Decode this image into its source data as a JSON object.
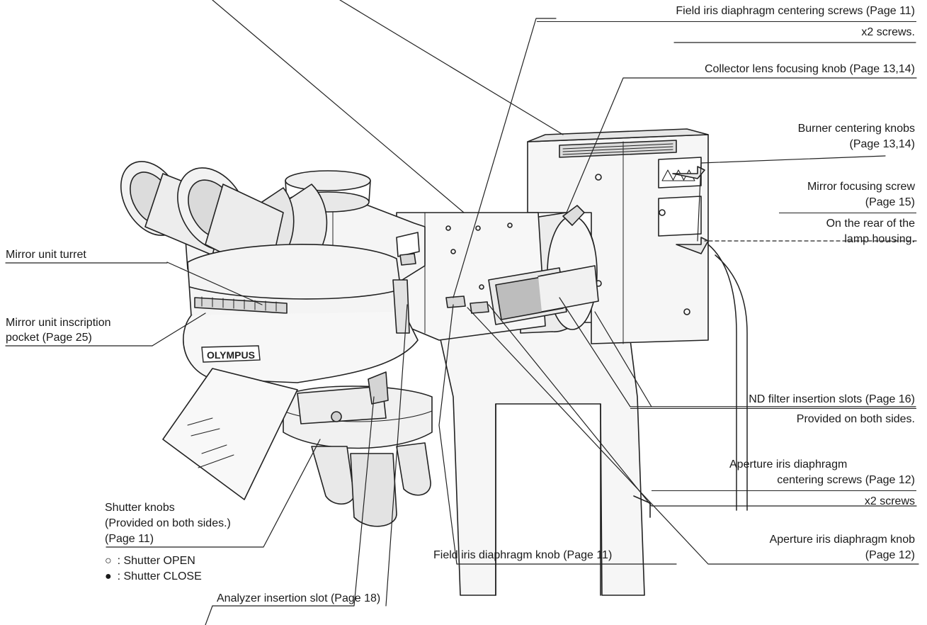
{
  "labels": {
    "field_iris_centering": "Field iris diaphragm centering screws (Page 11)",
    "field_iris_centering_note": "x2 screws.",
    "collector_lens": "Collector lens focusing knob (Page 13,14)",
    "burner_centering_1": "Burner centering knobs",
    "burner_centering_2": "(Page 13,14)",
    "mirror_focusing_1": "Mirror focusing screw",
    "mirror_focusing_2": "(Page 15)",
    "mirror_focusing_note_1": "On the rear of the",
    "mirror_focusing_note_2": "lamp housing.",
    "mirror_turret": "Mirror unit turret",
    "mirror_inscription_1": "Mirror unit inscription",
    "mirror_inscription_2": "pocket (Page 25)",
    "nd_filter": "ND filter insertion slots (Page 16)",
    "nd_filter_note": "Provided on both sides.",
    "aperture_centering_1": "Aperture iris diaphragm",
    "aperture_centering_2": "centering screws (Page 12)",
    "aperture_centering_note": "x2 screws",
    "aperture_knob_1": "Aperture iris diaphragm knob",
    "aperture_knob_2": "(Page 12)",
    "field_iris_knob": "Field iris diaphragm knob (Page 11)",
    "shutter_1": "Shutter knobs",
    "shutter_2": "(Provided on both sides.)",
    "shutter_3": "(Page 11)",
    "shutter_open_glyph": "○",
    "shutter_open": ": Shutter OPEN",
    "shutter_close_glyph": "●",
    "shutter_close": ": Shutter CLOSE",
    "analyzer_slot": "Analyzer insertion slot (Page 18)"
  },
  "brand": "OLYMPUS",
  "colors": {
    "line": "#222222",
    "body": "#f4f4f4",
    "shade": "#d9d9d9",
    "dark": "#555555"
  }
}
